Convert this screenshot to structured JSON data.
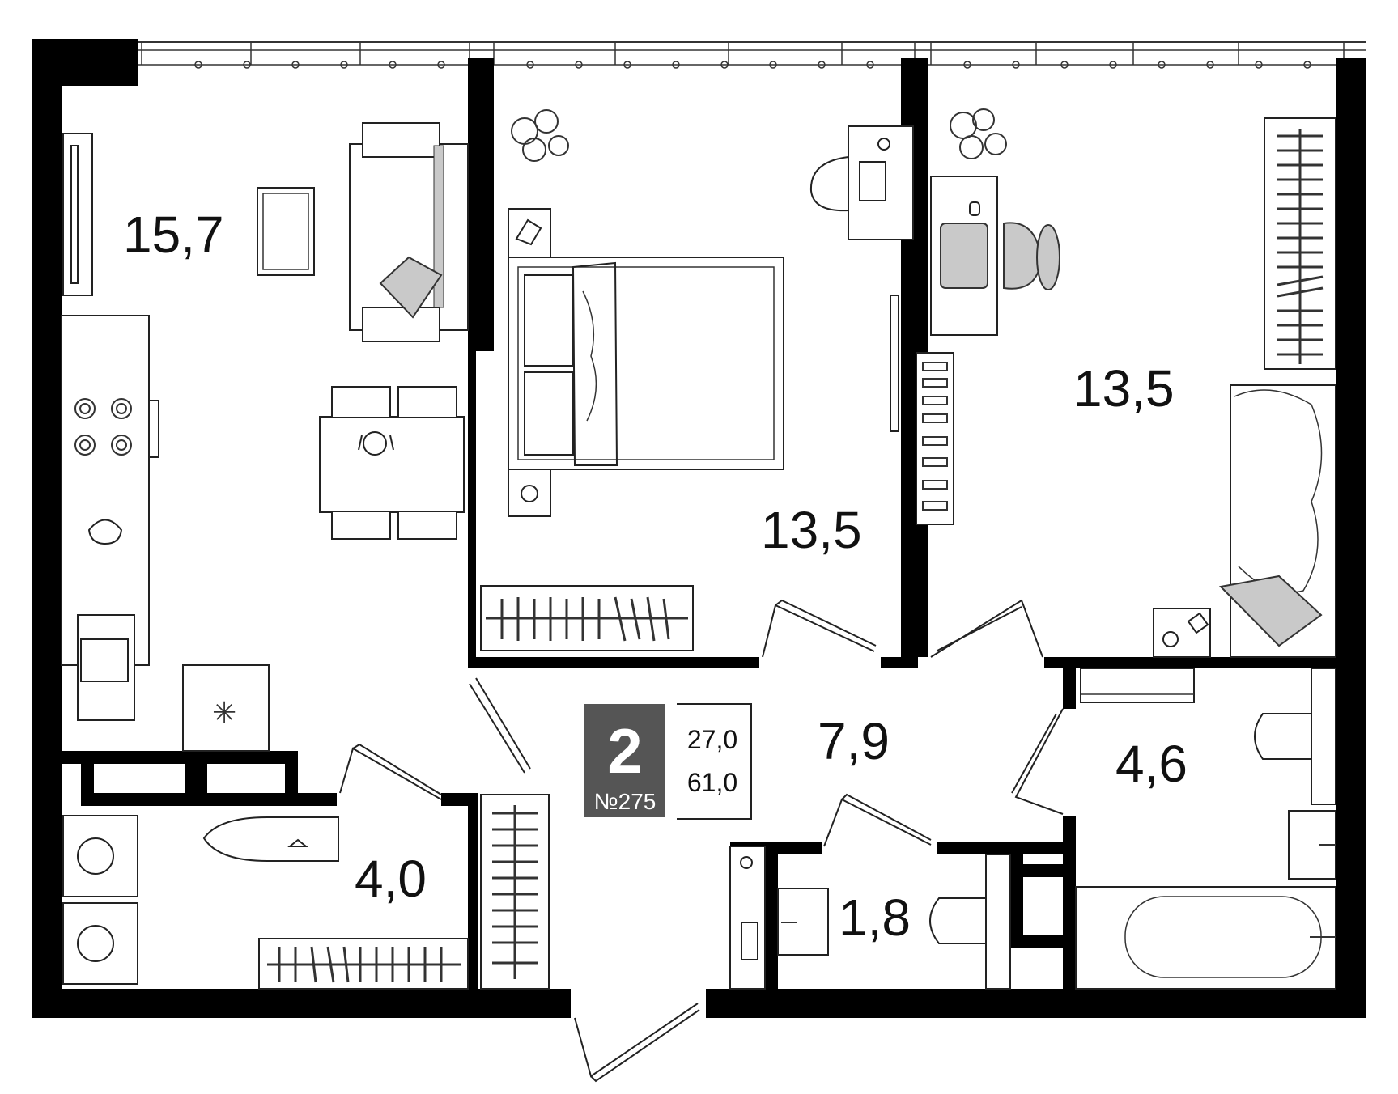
{
  "plan": {
    "rooms_count": "2",
    "apartment_number": "№275",
    "living_area": "27,0",
    "total_area": "61,0"
  },
  "rooms": {
    "kitchen_living": "15,7",
    "bedroom_1": "13,5",
    "bedroom_2": "13,5",
    "hallway": "7,9",
    "bathroom": "4,6",
    "laundry": "4,0",
    "wc": "1,8"
  },
  "colors": {
    "wall": "#000000",
    "badge_bg": "#555555",
    "furniture_fill": "#c9c9c9"
  }
}
